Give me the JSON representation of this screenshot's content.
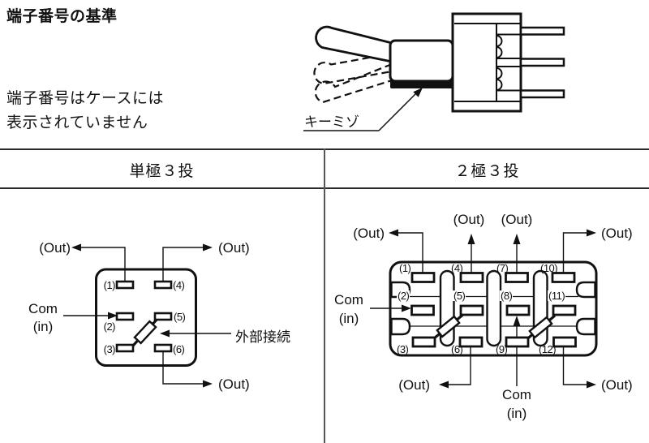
{
  "page": {
    "title": "端子番号の基準",
    "note_line1": "端子番号はケースには",
    "note_line2": "表示されていません"
  },
  "switch_figure": {
    "key_groove_label": "キーミゾ"
  },
  "table": {
    "left_header": "単極３投",
    "right_header": "２極３投"
  },
  "left_panel": {
    "out_top_left": "(Out)",
    "out_top_right": "(Out)",
    "out_bottom": "(Out)",
    "com": "Com",
    "in": "(in)",
    "external_connection": "外部接続",
    "pins": [
      "(1)",
      "(2)",
      "(3)",
      "(4)",
      "(5)",
      "(6)"
    ]
  },
  "right_panel": {
    "out_top_left": "(Out)",
    "out_top_mid1": "(Out)",
    "out_top_mid2": "(Out)",
    "out_top_right": "(Out)",
    "out_bottom_left": "(Out)",
    "out_bottom_right": "(Out)",
    "com_left": "Com",
    "in_left": "(in)",
    "com_bottom": "Com",
    "in_bottom": "(in)",
    "pins": [
      "(1)",
      "(2)",
      "(3)",
      "(4)",
      "(5)",
      "(6)",
      "(7)",
      "(8)",
      "(9)",
      "(10)",
      "(11)",
      "(12)"
    ]
  },
  "colors": {
    "ink": "#111111",
    "background": "#ffffff"
  }
}
